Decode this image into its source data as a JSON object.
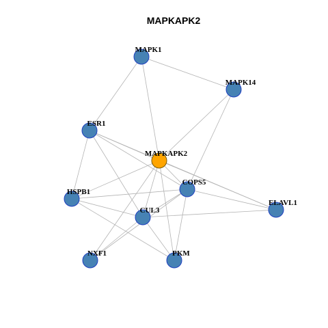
{
  "graph": {
    "title": "MAPKAPK2",
    "colors": {
      "node_fill": "#4682b4",
      "node_stroke": "#1f3fbf",
      "center_fill": "#ffa500",
      "edge": "#b3b3b3"
    },
    "nodes": [
      {
        "id": "MAPK1",
        "label": "MAPK1"
      },
      {
        "id": "MAPK14",
        "label": "MAPK14"
      },
      {
        "id": "ESR1",
        "label": "ESR1"
      },
      {
        "id": "MAPKAPK2",
        "label": "MAPKAPK2",
        "center": true
      },
      {
        "id": "COPS5",
        "label": "COPS5"
      },
      {
        "id": "HSPB1",
        "label": "HSPB1"
      },
      {
        "id": "ELAVL1",
        "label": "ELAVL1"
      },
      {
        "id": "CUL3",
        "label": "CUL3"
      },
      {
        "id": "NXF1",
        "label": "NXF1"
      },
      {
        "id": "PKM",
        "label": "PKM"
      }
    ],
    "edges": [
      [
        "MAPK1",
        "MAPK14"
      ],
      [
        "MAPK1",
        "ESR1"
      ],
      [
        "MAPK1",
        "MAPKAPK2"
      ],
      [
        "MAPK14",
        "MAPKAPK2"
      ],
      [
        "MAPK14",
        "COPS5"
      ],
      [
        "ESR1",
        "MAPKAPK2"
      ],
      [
        "ESR1",
        "COPS5"
      ],
      [
        "ESR1",
        "HSPB1"
      ],
      [
        "ESR1",
        "CUL3"
      ],
      [
        "ESR1",
        "ELAVL1"
      ],
      [
        "MAPKAPK2",
        "HSPB1"
      ],
      [
        "MAPKAPK2",
        "COPS5"
      ],
      [
        "MAPKAPK2",
        "CUL3"
      ],
      [
        "MAPKAPK2",
        "PKM"
      ],
      [
        "MAPKAPK2",
        "NXF1"
      ],
      [
        "MAPKAPK2",
        "ELAVL1"
      ],
      [
        "COPS5",
        "HSPB1"
      ],
      [
        "COPS5",
        "CUL3"
      ],
      [
        "COPS5",
        "PKM"
      ],
      [
        "COPS5",
        "NXF1"
      ],
      [
        "COPS5",
        "ELAVL1"
      ],
      [
        "HSPB1",
        "CUL3"
      ],
      [
        "HSPB1",
        "PKM"
      ],
      [
        "CUL3",
        "ELAVL1"
      ],
      [
        "CUL3",
        "NXF1"
      ],
      [
        "CUL3",
        "PKM"
      ]
    ]
  }
}
